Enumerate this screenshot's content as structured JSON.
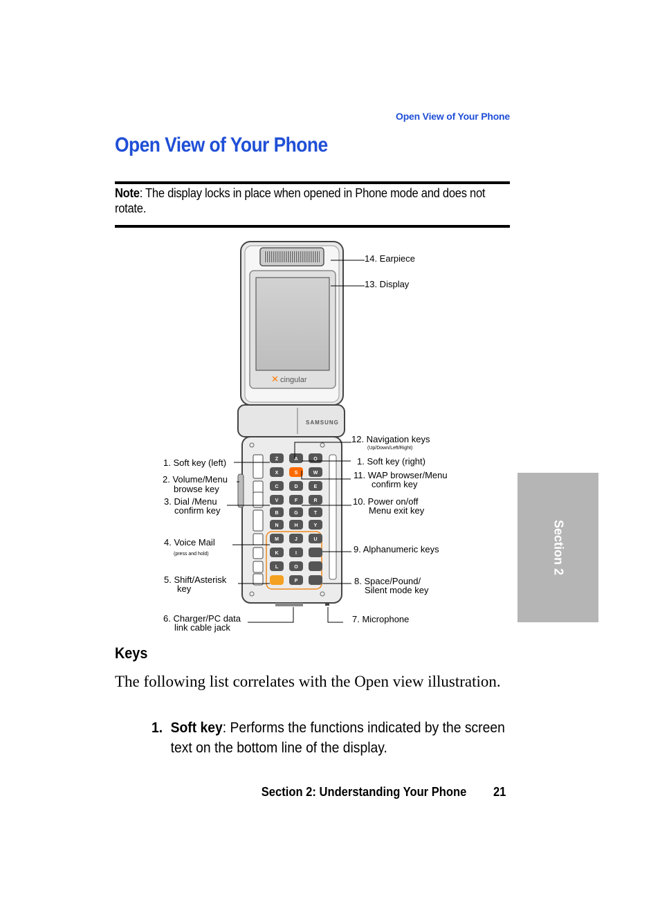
{
  "header": {
    "running_head": "Open View of Your Phone"
  },
  "title": "Open View of Your Phone",
  "note": {
    "label": "Note",
    "text": ": The display locks in place when opened in Phone mode and does not rotate."
  },
  "side_tab": {
    "label": "Section 2"
  },
  "figure": {
    "brand": "SAMSUNG",
    "carrier": "cingular",
    "callouts_left": [
      {
        "lines": [
          "1. Soft key (left)"
        ]
      },
      {
        "lines": [
          "2. Volume/Menu",
          "browse key"
        ]
      },
      {
        "lines": [
          "3. Dial /Menu",
          "confirm key"
        ]
      },
      {
        "lines": [
          "4. Voice Mail",
          "(press and hold)"
        ]
      },
      {
        "lines": [
          "5. Shift/Asterisk",
          "key"
        ]
      },
      {
        "lines": [
          "6. Charger/PC data",
          "link cable jack"
        ]
      }
    ],
    "callouts_right": [
      {
        "lines": [
          "14. Earpiece"
        ]
      },
      {
        "lines": [
          "13. Display"
        ]
      },
      {
        "lines": [
          "12. Navigation keys",
          "(Up/Down/Left/Right)"
        ]
      },
      {
        "lines": [
          "1. Soft key (right)"
        ]
      },
      {
        "lines": [
          "11. WAP browser/Menu",
          "confirm key"
        ]
      },
      {
        "lines": [
          "10. Power on/off",
          "Menu exit key"
        ]
      },
      {
        "lines": [
          "9. Alphanumeric keys"
        ]
      },
      {
        "lines": [
          "8. Space/Pound/",
          "Silent mode key"
        ]
      },
      {
        "lines": [
          "7. Microphone"
        ]
      }
    ],
    "keys": [
      [
        "Z",
        "A",
        "Q"
      ],
      [
        "X",
        "S",
        "W"
      ],
      [
        "C",
        "D",
        "E"
      ],
      [
        "V",
        "F",
        "R"
      ],
      [
        "B",
        "G",
        "T"
      ],
      [
        "N",
        "H",
        "Y"
      ],
      [
        "M",
        "J",
        "U"
      ],
      [
        "K",
        "I",
        ""
      ],
      [
        "L",
        "O",
        ""
      ],
      [
        "",
        "P",
        ""
      ]
    ]
  },
  "section": {
    "heading": "Keys"
  },
  "intro": "The following list correlates with the Open view illustration.",
  "list": [
    {
      "num": "1.",
      "term": "Soft key",
      "text": ": Performs the functions indicated by the screen text on the bottom line of the display."
    }
  ],
  "footer": {
    "section_title": "Section 2: Understanding Your Phone",
    "page_number": "21"
  }
}
